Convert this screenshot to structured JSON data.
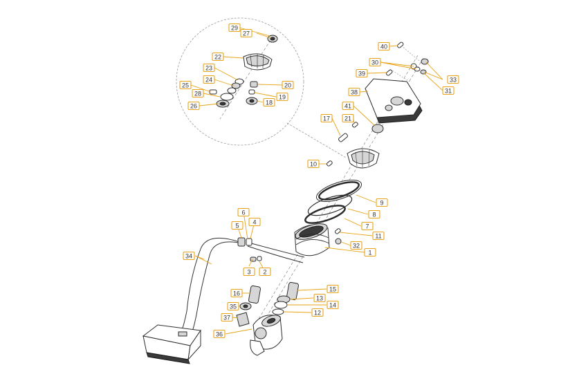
{
  "diagram": {
    "accent_color": "#e8a317",
    "callouts": [
      {
        "id": "29",
        "label": "29"
      },
      {
        "id": "27",
        "label": "27"
      },
      {
        "id": "22",
        "label": "22"
      },
      {
        "id": "23",
        "label": "23"
      },
      {
        "id": "24",
        "label": "24"
      },
      {
        "id": "25",
        "label": "25"
      },
      {
        "id": "28",
        "label": "28"
      },
      {
        "id": "26",
        "label": "26"
      },
      {
        "id": "20",
        "label": "20"
      },
      {
        "id": "19",
        "label": "19"
      },
      {
        "id": "18",
        "label": "18"
      },
      {
        "id": "40",
        "label": "40"
      },
      {
        "id": "30",
        "label": "30"
      },
      {
        "id": "39",
        "label": "39"
      },
      {
        "id": "33",
        "label": "33"
      },
      {
        "id": "31",
        "label": "31"
      },
      {
        "id": "38",
        "label": "38"
      },
      {
        "id": "41",
        "label": "41"
      },
      {
        "id": "21",
        "label": "21"
      },
      {
        "id": "17",
        "label": "17"
      },
      {
        "id": "10",
        "label": "10"
      },
      {
        "id": "9",
        "label": "9"
      },
      {
        "id": "8",
        "label": "8"
      },
      {
        "id": "7",
        "label": "7"
      },
      {
        "id": "11",
        "label": "11"
      },
      {
        "id": "32",
        "label": "32"
      },
      {
        "id": "1",
        "label": "1"
      },
      {
        "id": "6",
        "label": "6"
      },
      {
        "id": "5",
        "label": "5"
      },
      {
        "id": "4",
        "label": "4"
      },
      {
        "id": "34",
        "label": "34"
      },
      {
        "id": "3",
        "label": "3"
      },
      {
        "id": "2",
        "label": "2"
      },
      {
        "id": "16",
        "label": "16"
      },
      {
        "id": "15",
        "label": "15"
      },
      {
        "id": "35",
        "label": "35"
      },
      {
        "id": "13",
        "label": "13"
      },
      {
        "id": "14",
        "label": "14"
      },
      {
        "id": "37",
        "label": "37"
      },
      {
        "id": "12",
        "label": "12"
      },
      {
        "id": "36",
        "label": "36"
      }
    ]
  }
}
